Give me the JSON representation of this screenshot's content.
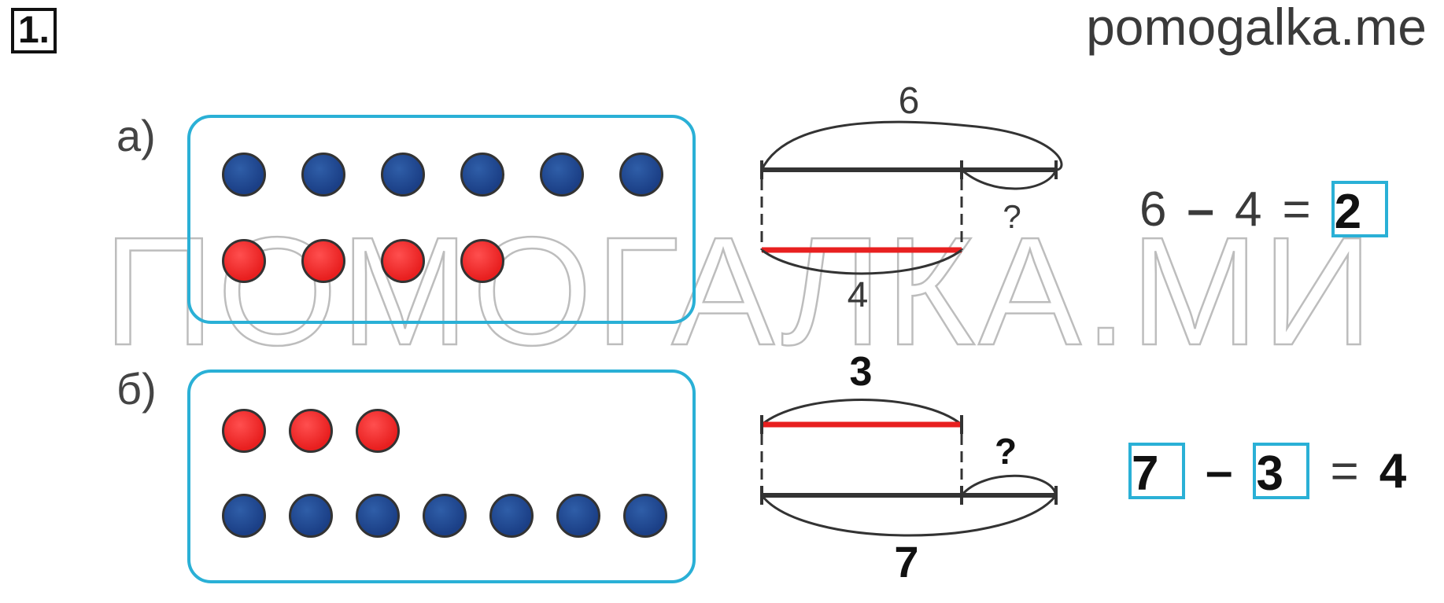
{
  "task_number": "1.",
  "site": "pomogalka.me",
  "watermark": "ПОМОГАЛКА.МИ",
  "part_a": {
    "label": "а)",
    "blue_count": 6,
    "red_count": 4,
    "diagram": {
      "whole": "6",
      "part": "4",
      "unknown": "?"
    },
    "equation": {
      "left": "6",
      "op": "–",
      "right": "4",
      "eq": "=",
      "result": "2"
    }
  },
  "part_b": {
    "label": "б)",
    "red_count": 3,
    "blue_count": 7,
    "diagram": {
      "part": "3",
      "whole": "7",
      "unknown": "?"
    },
    "equation": {
      "left": "7",
      "op": "–",
      "right": "3",
      "eq": "=",
      "result": "4"
    }
  },
  "colors": {
    "box": "#2ab0d6",
    "blue_dot": "#1b3f86",
    "red_dot": "#e81f1f",
    "red_line": "#e82020"
  }
}
